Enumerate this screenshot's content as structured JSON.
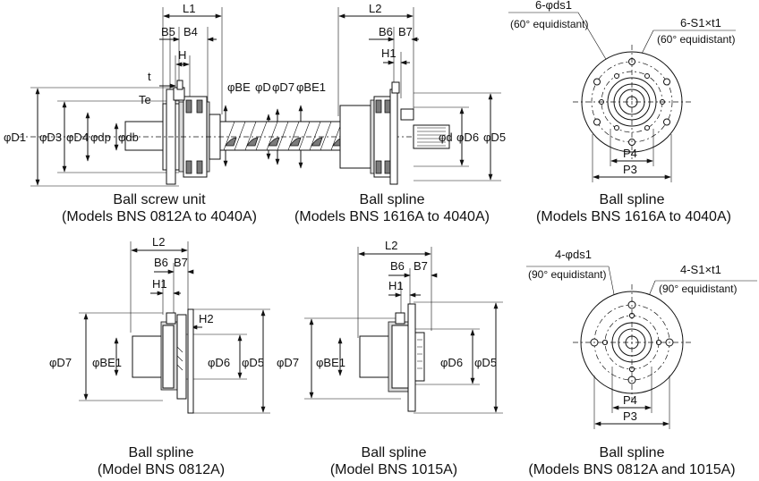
{
  "views": {
    "unit": {
      "caption": [
        "Ball screw unit",
        "(Models BNS 0812A to 4040A)"
      ],
      "dims": [
        "L1",
        "B5",
        "B4",
        "H",
        "t",
        "Te",
        "φD1",
        "φD3",
        "φD4",
        "φdp",
        "φdb",
        "φBE",
        "φD",
        "φD7",
        "φBE1"
      ]
    },
    "spline_top": {
      "caption": [
        "Ball spline",
        "(Models BNS 1616A to 4040A)"
      ],
      "dims": [
        "L2",
        "B6",
        "B7",
        "H1",
        "φd",
        "φD6",
        "φD5"
      ]
    },
    "flange_6": {
      "caption": [
        "Ball spline",
        "(Models BNS 1616A to 4040A)"
      ],
      "labels": [
        "6-φds1",
        "(60° equidistant)",
        "6-S1×t1",
        "(60° equidistant)",
        "P4",
        "P3"
      ]
    },
    "spline_0812": {
      "caption": [
        "Ball spline",
        "(Model BNS 0812A)"
      ],
      "dims": [
        "L2",
        "B6",
        "B7",
        "H1",
        "H2",
        "φD7",
        "φBE1",
        "φD6",
        "φD5"
      ]
    },
    "spline_1015": {
      "caption": [
        "Ball spline",
        "(Model BNS 1015A)"
      ],
      "dims": [
        "L2",
        "B6",
        "B7",
        "H1",
        "φD7",
        "φBE1",
        "φD6",
        "φD5"
      ]
    },
    "flange_4": {
      "caption": [
        "Ball spline",
        "(Models BNS 0812A and 1015A)"
      ],
      "labels": [
        "4-φds1",
        "(90° equidistant)",
        "4-S1×t1",
        "(90° equidistant)",
        "P4",
        "P3"
      ]
    }
  }
}
